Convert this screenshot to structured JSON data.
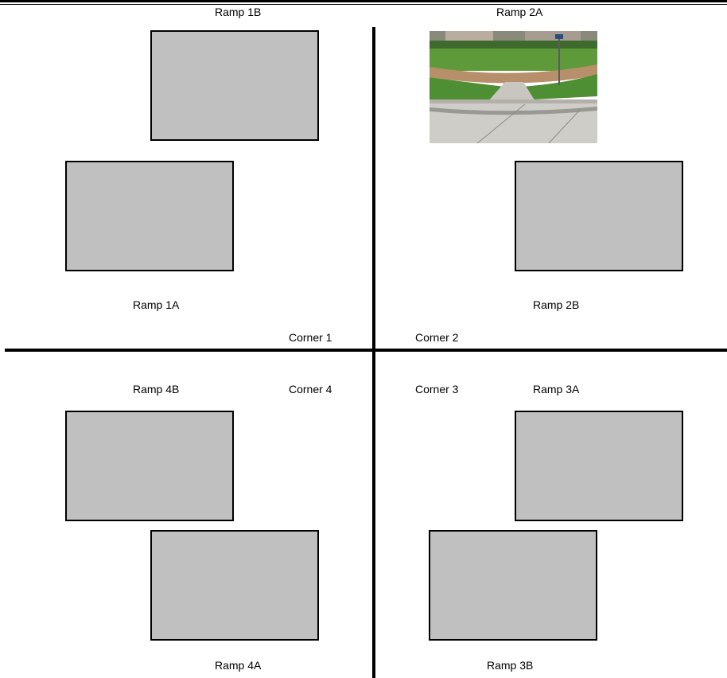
{
  "ramps": {
    "r1b": "Ramp 1B",
    "r2a": "Ramp 2A",
    "r1a": "Ramp 1A",
    "r2b": "Ramp 2B",
    "r4b": "Ramp 4B",
    "r3a": "Ramp 3A",
    "r4a": "Ramp 4A",
    "r3b": "Ramp 3B"
  },
  "corners": {
    "c1": "Corner 1",
    "c2": "Corner 2",
    "c3": "Corner 3",
    "c4": "Corner 4"
  },
  "colors": {
    "placeholder_fill": "#c0c0c0",
    "lines": "#000000"
  }
}
